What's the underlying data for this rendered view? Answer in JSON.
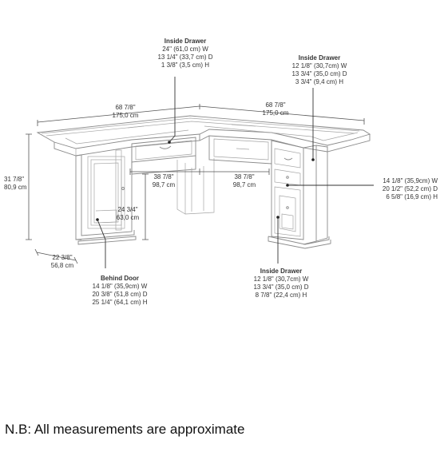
{
  "diagram": {
    "depicts": "L-shaped executive desk line drawing with dimension callouts",
    "icons": [
      "desk-drawing"
    ],
    "labels": {
      "inside_drawer_top": {
        "title": "Inside Drawer",
        "w": "24\" (61,0 cm) W",
        "d": "13 1/4\" (33,7 cm) D",
        "h": "1 3/8\" (3,5 cm) H"
      },
      "inside_drawer_right": {
        "title": "Inside Drawer",
        "w": "12 1/8\" (30,7cm) W",
        "d": "13 3/4\" (35,0 cm) D",
        "h": "3 3/4\" (9,4 cm) H"
      },
      "width_left": {
        "in": "68 7/8\"",
        "cm": "175,0 cm"
      },
      "width_right": {
        "in": "68 7/8\"",
        "cm": "175,0 cm"
      },
      "height_total": {
        "in": "31 7/8\"",
        "cm": "80,9 cm"
      },
      "depth_left": {
        "in": "38 7/8\"",
        "cm": "98,7 cm"
      },
      "depth_right": {
        "in": "38 7/8\"",
        "cm": "98,7 cm"
      },
      "knee_height": {
        "in": "24 3/4\"",
        "cm": "63,0 cm"
      },
      "file_drawer": {
        "w": "14 1/8\" (35,9cm) W",
        "d": "20 1/2\" (52,2 cm) D",
        "h": "6 5/8\" (16,9 cm) H"
      },
      "side_depth": {
        "in": "22 3/8\"",
        "cm": "56,8 cm"
      },
      "behind_door": {
        "title": "Behind Door",
        "w": "14 1/8\" (35,9cm) W",
        "d": "20 3/8\" (51,8 cm) D",
        "h": "25 1/4\" (64,1 cm) H"
      },
      "inside_drawer_bottom": {
        "title": "Inside Drawer",
        "w": "12 1/8\" (30,7cm) W",
        "d": "13 3/4\" (35,0 cm) D",
        "h": "8 7/8\" (22,4 cm) H"
      }
    },
    "footnote": "N.B: All measurements are approximate"
  }
}
